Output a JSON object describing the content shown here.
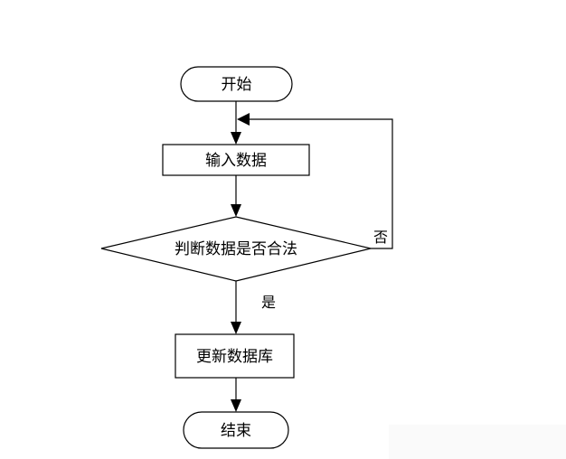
{
  "flowchart": {
    "start": "开始",
    "input": "输入数据",
    "decision": "判断数据是否合法",
    "no_label": "否",
    "yes_label": "是",
    "update": "更新数据库",
    "end": "结束"
  }
}
